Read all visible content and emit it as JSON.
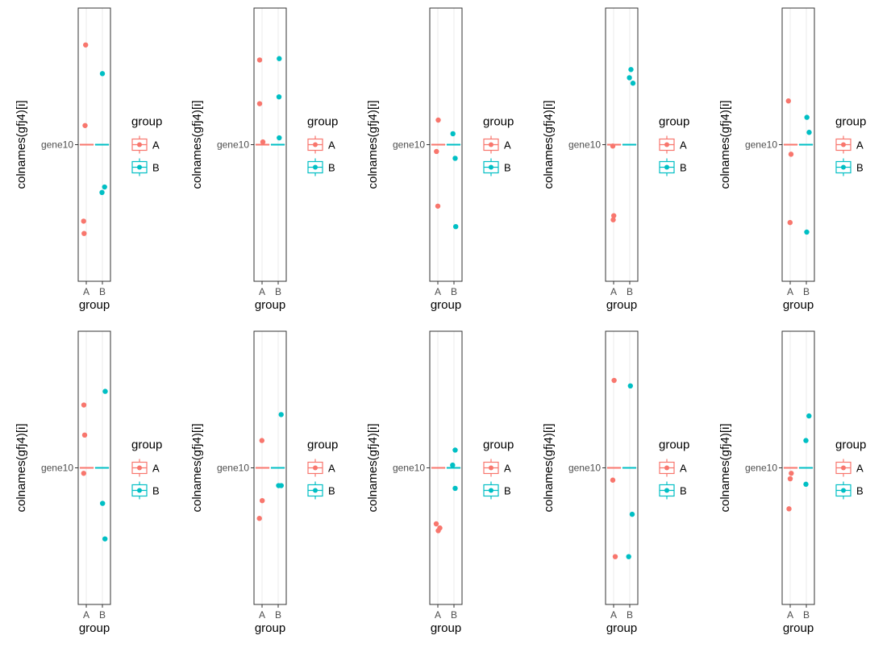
{
  "colors": {
    "A": "#F8766D",
    "B": "#00BFC4",
    "panel_border": "#333333",
    "grid": "#EBEBEB",
    "axis_text": "#4D4D4D",
    "title_text": "#000000"
  },
  "chart_data": [
    {
      "type": "scatter",
      "ylabel": "colnames(gfj4)[i]",
      "xlabel": "group",
      "x_ticks": [
        "A",
        "B"
      ],
      "y_ticks": [
        "gene10"
      ],
      "legend_title": "group",
      "legend_entries": [
        "A",
        "B"
      ],
      "legend": "right",
      "grid": true,
      "series": [
        {
          "name": "A",
          "points": [
            [
              -0.15,
              0.14
            ],
            [
              -0.08,
              0.73
            ],
            [
              -0.33,
              -0.56
            ],
            [
              -0.27,
              -0.65
            ]
          ]
        },
        {
          "name": "B",
          "points": [
            [
              0.0,
              0.52
            ],
            [
              -0.05,
              -0.35
            ],
            [
              0.27,
              -0.31
            ]
          ]
        }
      ]
    },
    {
      "type": "scatter",
      "ylabel": "colnames(gfj4)[i]",
      "xlabel": "group",
      "x_ticks": [
        "A",
        "B"
      ],
      "y_ticks": [
        "gene10"
      ],
      "legend_title": "group",
      "legend_entries": [
        "A",
        "B"
      ],
      "legend": "right",
      "grid": true,
      "series": [
        {
          "name": "A",
          "points": [
            [
              -0.3,
              0.62
            ],
            [
              -0.3,
              0.3
            ],
            [
              0.1,
              0.02
            ]
          ]
        },
        {
          "name": "B",
          "points": [
            [
              0.13,
              0.63
            ],
            [
              0.1,
              0.35
            ],
            [
              0.13,
              0.05
            ]
          ]
        }
      ]
    },
    {
      "type": "scatter",
      "ylabel": "colnames(gfj4)[i]",
      "xlabel": "group",
      "x_ticks": [
        "A",
        "B"
      ],
      "y_ticks": [
        "gene10"
      ],
      "legend_title": "group",
      "legend_entries": [
        "A",
        "B"
      ],
      "legend": "right",
      "grid": true,
      "series": [
        {
          "name": "A",
          "points": [
            [
              0.05,
              0.18
            ],
            [
              -0.17,
              -0.05
            ],
            [
              0.0,
              -0.45
            ]
          ]
        },
        {
          "name": "B",
          "points": [
            [
              -0.13,
              0.08
            ],
            [
              0.15,
              -0.1
            ],
            [
              0.22,
              -0.6
            ]
          ]
        }
      ]
    },
    {
      "type": "scatter",
      "ylabel": "colnames(gfj4)[i]",
      "xlabel": "group",
      "x_ticks": [
        "A",
        "B"
      ],
      "y_ticks": [
        "gene10"
      ],
      "legend_title": "group",
      "legend_entries": [
        "A",
        "B"
      ],
      "legend": "right",
      "grid": true,
      "series": [
        {
          "name": "A",
          "points": [
            [
              -0.1,
              -0.01
            ],
            [
              0.02,
              -0.52
            ],
            [
              -0.05,
              -0.55
            ]
          ]
        },
        {
          "name": "B",
          "points": [
            [
              0.15,
              0.55
            ],
            [
              -0.04,
              0.49
            ],
            [
              0.4,
              0.45
            ]
          ]
        }
      ]
    },
    {
      "type": "scatter",
      "ylabel": "colnames(gfj4)[i]",
      "xlabel": "group",
      "x_ticks": [
        "A",
        "B"
      ],
      "y_ticks": [
        "gene10"
      ],
      "legend_title": "group",
      "legend_entries": [
        "A",
        "B"
      ],
      "legend": "right",
      "grid": true,
      "series": [
        {
          "name": "A",
          "points": [
            [
              -0.22,
              0.32
            ],
            [
              0.1,
              -0.07
            ],
            [
              -0.02,
              -0.57
            ]
          ]
        },
        {
          "name": "B",
          "points": [
            [
              0.07,
              0.2
            ],
            [
              0.35,
              0.09
            ],
            [
              0.05,
              -0.64
            ]
          ]
        }
      ]
    },
    {
      "type": "scatter",
      "ylabel": "colnames(gfj4)[i]",
      "xlabel": "group",
      "x_ticks": [
        "A",
        "B"
      ],
      "y_ticks": [
        "gene10"
      ],
      "legend_title": "group",
      "legend_entries": [
        "A",
        "B"
      ],
      "legend": "right",
      "grid": true,
      "series": [
        {
          "name": "A",
          "points": [
            [
              -0.3,
              0.46
            ],
            [
              -0.2,
              0.24
            ],
            [
              -0.32,
              -0.04
            ]
          ]
        },
        {
          "name": "B",
          "points": [
            [
              0.35,
              0.56
            ],
            [
              0.02,
              -0.26
            ],
            [
              0.32,
              -0.52
            ]
          ]
        }
      ]
    },
    {
      "type": "scatter",
      "ylabel": "colnames(gfj4)[i]",
      "xlabel": "group",
      "x_ticks": [
        "A",
        "B"
      ],
      "y_ticks": [
        "gene10"
      ],
      "legend_title": "group",
      "legend_entries": [
        "A",
        "B"
      ],
      "legend": "right",
      "grid": true,
      "series": [
        {
          "name": "A",
          "points": [
            [
              -0.02,
              0.2
            ],
            [
              0.02,
              -0.24
            ],
            [
              -0.33,
              -0.37
            ]
          ]
        },
        {
          "name": "B",
          "points": [
            [
              0.37,
              0.39
            ],
            [
              0.05,
              -0.13
            ],
            [
              0.38,
              -0.13
            ]
          ]
        }
      ]
    },
    {
      "type": "scatter",
      "ylabel": "colnames(gfj4)[i]",
      "xlabel": "group",
      "x_ticks": [
        "A",
        "B"
      ],
      "y_ticks": [
        "gene10"
      ],
      "legend_title": "group",
      "legend_entries": [
        "A",
        "B"
      ],
      "legend": "right",
      "grid": true,
      "series": [
        {
          "name": "A",
          "points": [
            [
              -0.2,
              -0.41
            ],
            [
              0.05,
              -0.46
            ],
            [
              0.25,
              -0.44
            ]
          ]
        },
        {
          "name": "B",
          "points": [
            [
              0.15,
              0.13
            ],
            [
              -0.17,
              0.02
            ],
            [
              0.15,
              -0.15
            ]
          ]
        }
      ]
    },
    {
      "type": "scatter",
      "ylabel": "colnames(gfj4)[i]",
      "xlabel": "group",
      "x_ticks": [
        "A",
        "B"
      ],
      "y_ticks": [
        "gene10"
      ],
      "legend_title": "group",
      "legend_entries": [
        "A",
        "B"
      ],
      "legend": "right",
      "grid": true,
      "series": [
        {
          "name": "A",
          "points": [
            [
              0.06,
              0.64
            ],
            [
              -0.1,
              -0.09
            ],
            [
              0.2,
              -0.65
            ]
          ]
        },
        {
          "name": "B",
          "points": [
            [
              0.08,
              0.6
            ],
            [
              0.3,
              -0.34
            ],
            [
              -0.13,
              -0.65
            ]
          ]
        }
      ]
    },
    {
      "type": "scatter",
      "ylabel": "colnames(gfj4)[i]",
      "xlabel": "group",
      "x_ticks": [
        "A",
        "B"
      ],
      "y_ticks": [
        "gene10"
      ],
      "legend_title": "group",
      "legend_entries": [
        "A",
        "B"
      ],
      "legend": "right",
      "grid": true,
      "series": [
        {
          "name": "A",
          "points": [
            [
              0.13,
              -0.04
            ],
            [
              0.0,
              -0.08
            ],
            [
              -0.15,
              -0.3
            ]
          ]
        },
        {
          "name": "B",
          "points": [
            [
              0.33,
              0.38
            ],
            [
              -0.05,
              0.2
            ],
            [
              -0.05,
              -0.12
            ]
          ]
        }
      ]
    }
  ]
}
